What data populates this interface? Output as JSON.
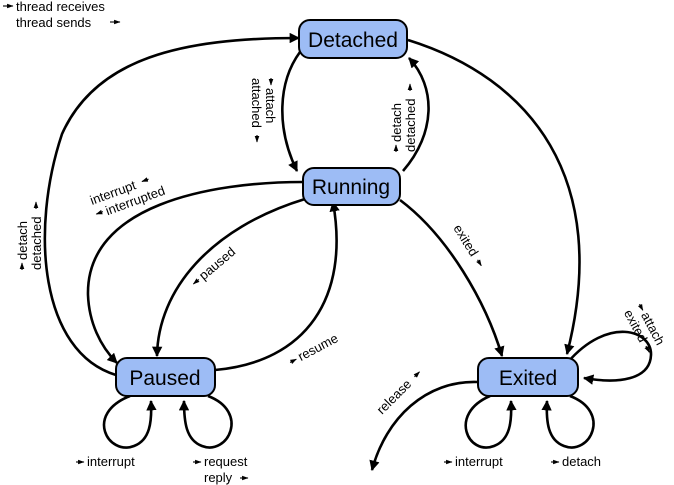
{
  "legend": {
    "receives": "thread receives",
    "sends": "thread sends"
  },
  "states": {
    "detached": "Detached",
    "running": "Running",
    "paused": "Paused",
    "exited": "Exited"
  },
  "edges": {
    "detached_to_running": {
      "receives": "attach",
      "sends": "attached"
    },
    "running_to_detached": {
      "receives": "detach",
      "sends": "detached"
    },
    "running_to_paused_interrupt": {
      "receives": "interrupt",
      "sends": "interrupted"
    },
    "running_to_paused": {
      "sends": "paused"
    },
    "paused_to_running": {
      "receives": "resume"
    },
    "paused_to_detached": {
      "receives": "detach",
      "sends": "detached"
    },
    "running_to_exited": {
      "sends": "exited"
    },
    "paused_self_interrupt": {
      "receives": "interrupt"
    },
    "paused_self_request": {
      "receives": "request",
      "sends": "reply"
    },
    "exited_release": {
      "sends": "release"
    },
    "exited_self_interrupt": {
      "receives": "interrupt"
    },
    "exited_self_detach": {
      "receives": "detach"
    },
    "exited_self_attach": {
      "receives": "attach",
      "sends": "exited"
    }
  }
}
